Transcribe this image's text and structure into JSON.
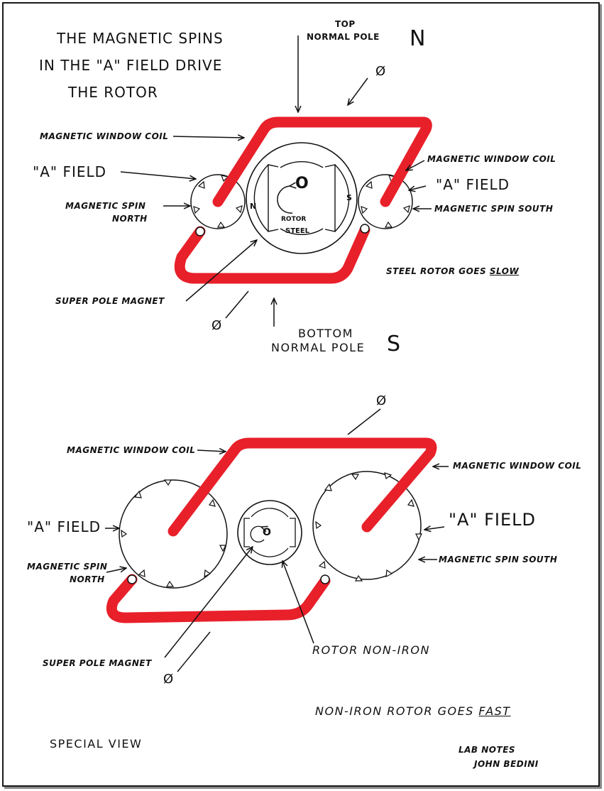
{
  "title": {
    "line1": "THE MAGNETIC SPINS",
    "line2": "IN THE \"A\" FIELD DRIVE",
    "line3": "THE ROTOR"
  },
  "top": {
    "top_label": "TOP",
    "normal_pole": "NORMAL POLE",
    "n_letter": "N",
    "window_coil_left": "MAGNETIC WINDOW COIL",
    "window_coil_right": "MAGNETIC WINDOW COIL",
    "a_field_left": "\"A\" FIELD",
    "a_field_right": "\"A\" FIELD",
    "spin_north_1": "MAGNETIC SPIN",
    "spin_north_2": "NORTH",
    "spin_south": "MAGNETIC SPIN SOUTH",
    "rotor_n": "N",
    "rotor_s": "S",
    "rotor_o": "O",
    "rotor_word": "ROTOR",
    "rotor_steel": "STEEL",
    "steel_rotor_prefix": "STEEL ROTOR GOES",
    "steel_rotor_speed": "SLOW",
    "super_pole": "SUPER POLE MAGNET",
    "bottom": "BOTTOM",
    "bottom_normal_pole": "NORMAL POLE",
    "s_letter": "S",
    "phi": "Ø"
  },
  "bottom": {
    "window_coil_left": "MAGNETIC WINDOW COIL",
    "window_coil_right": "MAGNETIC WINDOW COIL",
    "a_field_left": "\"A\" FIELD",
    "a_field_right": "\"A\" FIELD",
    "spin_north_1": "MAGNETIC SPIN",
    "spin_north_2": "NORTH",
    "spin_south": "MAGNETIC SPIN SOUTH",
    "rotor_o": "O",
    "super_pole": "SUPER POLE MAGNET",
    "rotor_non_iron": "ROTOR NON-IRON",
    "non_iron_prefix": "NON-IRON ROTOR GOES",
    "non_iron_speed": "FAST",
    "special_view": "SPECIAL VIEW",
    "lab_notes": "LAB NOTES",
    "author": "JOHN BEDINI",
    "phi": "Ø"
  },
  "colors": {
    "coil": "#e8202a",
    "ink": "#111111",
    "frame_shadow": "#8a8a8a"
  }
}
